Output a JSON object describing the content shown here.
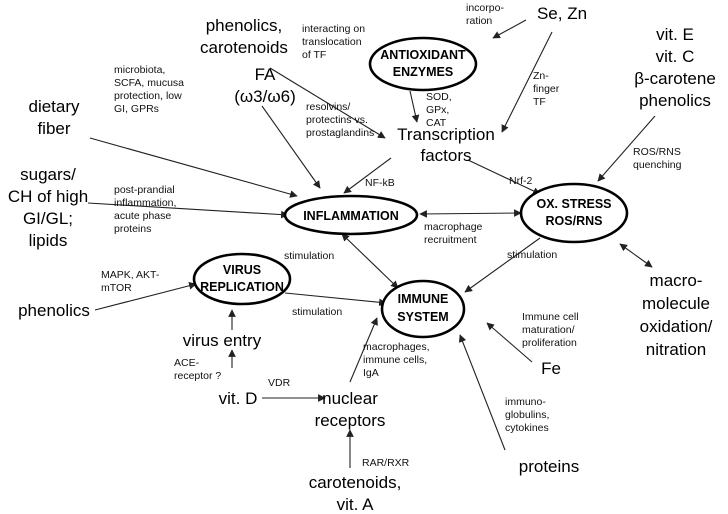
{
  "hubs": {
    "antioxidant": [
      "ANTIOXIDANT",
      "ENZYMES"
    ],
    "inflammation": [
      "INFLAMMATION"
    ],
    "ox_stress": [
      "OX. STRESS",
      "ROS/RNS"
    ],
    "virus": [
      "VIRUS",
      "REPLICATION"
    ],
    "immune": [
      "IMMUNE",
      "SYSTEM"
    ]
  },
  "nodes": {
    "phenolics_carotenoids": [
      "phenolics,",
      "carotenoids"
    ],
    "se_zn": [
      "Se, Zn"
    ],
    "vitamins": [
      "vit. E",
      "vit. C",
      "β-carotene",
      "phenolics"
    ],
    "dietary_fiber": [
      "dietary",
      "fiber"
    ],
    "fa": [
      "FA",
      "(ω3/ω6)"
    ],
    "transcription": [
      "Transcription",
      "factors"
    ],
    "sugars": [
      "sugars/",
      "CH of high",
      "GI/GL;",
      "lipids"
    ],
    "macromolecule": [
      "macro-",
      "molecule",
      "oxidation/",
      "nitration"
    ],
    "phenolics": [
      "phenolics"
    ],
    "virus_entry": [
      "virus entry"
    ],
    "vit_d": [
      "vit. D"
    ],
    "nuclear": [
      "nuclear",
      "receptors"
    ],
    "fe": [
      "Fe"
    ],
    "proteins": [
      "proteins"
    ],
    "carotenoids_vit_a": [
      "carotenoids,",
      "vit. A"
    ]
  },
  "labels": {
    "interacting": [
      "interacting on",
      "translocation",
      "of TF"
    ],
    "incorporation": [
      "incorpo-",
      "ration"
    ],
    "sod": [
      "SOD,",
      "GPx,",
      "CAT"
    ],
    "zn_finger": [
      "Zn-",
      "finger",
      "TF"
    ],
    "microbiota": [
      "microbiota,",
      "SCFA, mucusa",
      "protection, low",
      "GI, GPRs"
    ],
    "resolvins": [
      "resolvins/",
      "protectins vs.",
      "prostaglandins"
    ],
    "ros_quenching": [
      "ROS/RNS",
      "quenching"
    ],
    "nfkb": [
      "NF-kB"
    ],
    "nrf2": [
      "Nrf-2"
    ],
    "postprandial": [
      "post-prandial",
      "inflammation,",
      "acute phase",
      "proteins"
    ],
    "macrophage": [
      "macrophage",
      "recruitment"
    ],
    "stim_left": [
      "stimulation"
    ],
    "stim_right": [
      "stimulation"
    ],
    "stim_virus": [
      "stimulation"
    ],
    "mapk": [
      "MAPK, AKT-",
      "mTOR"
    ],
    "immune_cell": [
      "Immune cell",
      "maturation/",
      "proliferation"
    ],
    "ace": [
      "ACE-",
      "receptor ?"
    ],
    "vdr": [
      "VDR"
    ],
    "macrophages": [
      "macrophages,",
      "immune cells,",
      "IgA"
    ],
    "immunoglobulins": [
      "immuno-",
      "globulins,",
      "cytokines"
    ],
    "rar": [
      "RAR/RXR"
    ]
  },
  "colors": {
    "ink": "#000000",
    "background": "#ffffff"
  }
}
